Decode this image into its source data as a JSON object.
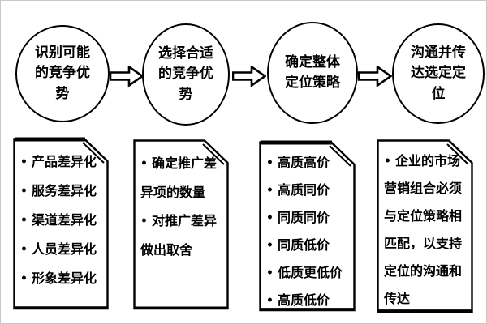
{
  "colors": {
    "ink": "#000000",
    "background": "#ffffff"
  },
  "bullet": "•",
  "stages": [
    {
      "name": "identify-advantages",
      "lines": [
        "识别可能",
        "的竞争优",
        "势"
      ]
    },
    {
      "name": "select-advantages",
      "lines": [
        "选择合适",
        "的竞争优",
        "势"
      ]
    },
    {
      "name": "determine-strategy",
      "lines": [
        "确定整体",
        "定位策略"
      ]
    },
    {
      "name": "communicate-positioning",
      "lines": [
        "沟通并传",
        "达选定定",
        "位"
      ]
    }
  ],
  "boxes": [
    {
      "name": "differentiation-options",
      "items": [
        "产品差异化",
        "服务差异化",
        "渠道差异化",
        "人员差异化",
        "形象差异化"
      ]
    },
    {
      "name": "promotion-choices",
      "items": [
        "确定推广差异项的数量",
        "对推广差异做出取舍"
      ]
    },
    {
      "name": "value-positioning-options",
      "items": [
        "高质高价",
        "高质同价",
        "同质同价",
        "同质低价",
        "低质更低价",
        "高质低价"
      ]
    },
    {
      "name": "marketing-mix-note",
      "items": [
        "企业的市场营销组合必须与定位策略相匹配，以支持定位的沟通和传达"
      ]
    }
  ]
}
